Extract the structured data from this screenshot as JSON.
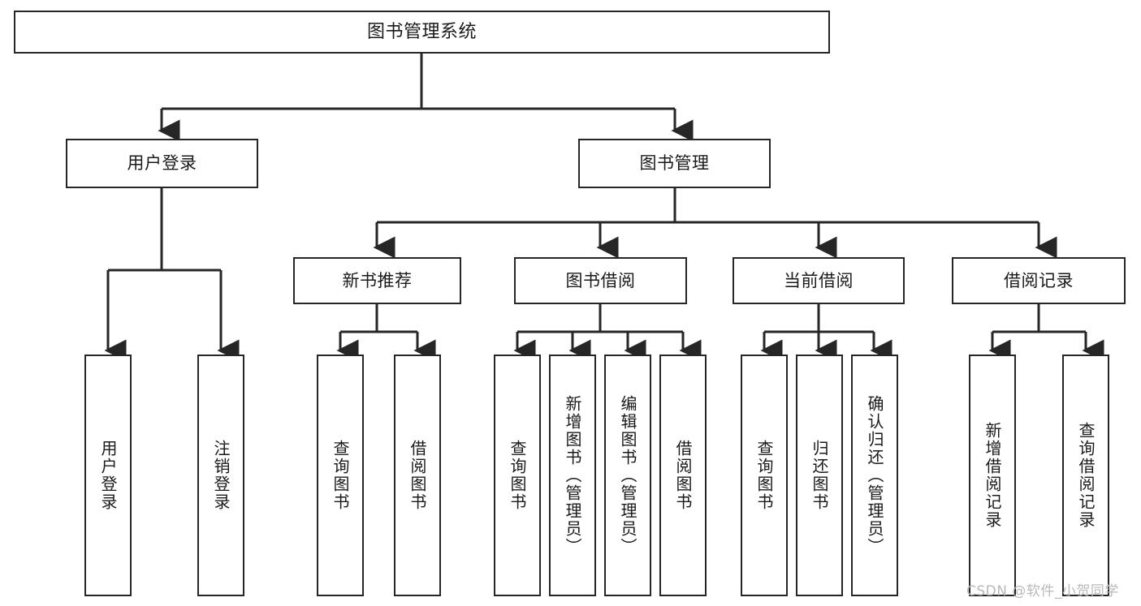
{
  "diagram": {
    "title": "图书管理系统",
    "watermark": "CSDN @软件_小贺同学",
    "line_color": "#262626",
    "box_fill": "#ffffff",
    "text_color": "#1a1a1a",
    "watermark_color": "#b9b9b9"
  },
  "nodes": {
    "root": {
      "label": "图书管理系统"
    },
    "level2": [
      {
        "label": "用户登录"
      },
      {
        "label": "图书管理"
      }
    ],
    "level3": [
      {
        "label": "新书推荐"
      },
      {
        "label": "图书借阅"
      },
      {
        "label": "当前借阅"
      },
      {
        "label": "借阅记录"
      }
    ],
    "leaves": {
      "user_login": [
        {
          "label": "用户登录"
        },
        {
          "label": "注销登录"
        }
      ],
      "new_book_recommend": [
        {
          "label": "查询图书"
        },
        {
          "label": "借阅图书"
        }
      ],
      "book_borrow": [
        {
          "label": "查询图书"
        },
        {
          "label": "新增图书（管理员）"
        },
        {
          "label": "编辑图书（管理员）"
        },
        {
          "label": "借阅图书"
        }
      ],
      "current_borrow": [
        {
          "label": "查询图书"
        },
        {
          "label": "归还图书"
        },
        {
          "label": "确认归还（管理员）"
        }
      ],
      "borrow_record": [
        {
          "label": "新增借阅记录"
        },
        {
          "label": "查询借阅记录"
        }
      ]
    }
  }
}
